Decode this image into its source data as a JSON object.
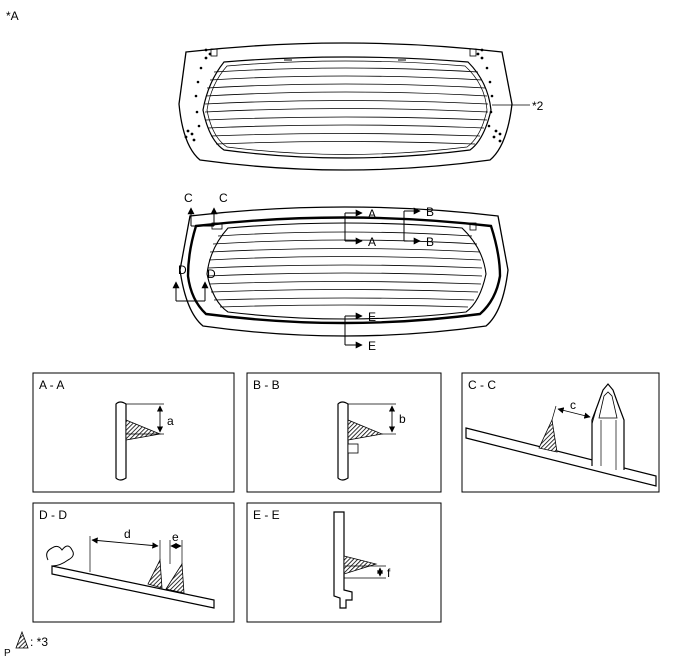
{
  "figure_label": "*A",
  "callout_2": "*2",
  "legend": {
    "symbol_name": "adhesive-triangle-icon",
    "text": ": *3"
  },
  "corner_code": "P",
  "section_marks": {
    "A": "A",
    "B": "B",
    "C": "C",
    "D": "D",
    "E": "E"
  },
  "details": [
    {
      "id": "AA",
      "title": "A - A",
      "dim": "a"
    },
    {
      "id": "BB",
      "title": "B - B",
      "dim": "b"
    },
    {
      "id": "CC",
      "title": "C - C",
      "dim": "c"
    },
    {
      "id": "DD",
      "title": "D - D",
      "dim": "d",
      "dim2": "e"
    },
    {
      "id": "EE",
      "title": "E - E",
      "dim": "f"
    }
  ],
  "colors": {
    "line": "#000000",
    "hatch": "#000000",
    "background": "#ffffff"
  }
}
